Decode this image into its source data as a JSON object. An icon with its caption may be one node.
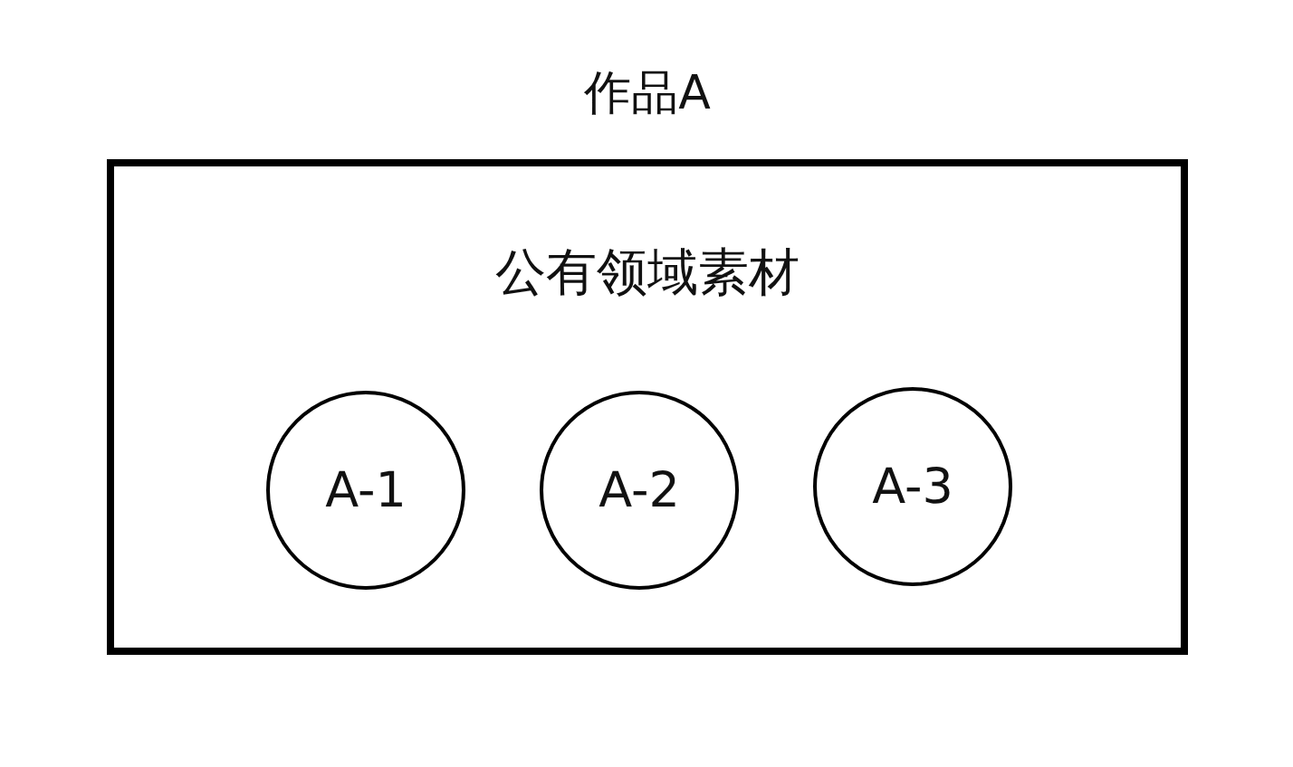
{
  "diagram": {
    "nodes": [
      {
        "text": [
          "作品A",
          "公有领域素材"
        ]
      },
      {
        "text": [
          "A-1"
        ],
        "in": 0
      },
      {
        "text": [
          "A-2"
        ],
        "in": 0
      },
      {
        "text": [
          "A-3"
        ],
        "in": 0
      }
    ]
  }
}
